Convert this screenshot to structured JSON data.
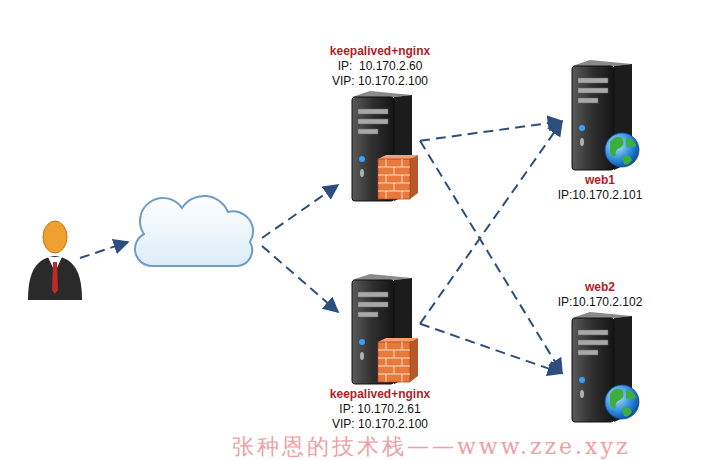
{
  "diagram": {
    "nodes": [
      {
        "text": [
          "keepalived+nginx",
          "IP:  10.170.2.60",
          "VIP: 10.170.2.100"
        ]
      },
      {
        "text": [
          "web1",
          "IP:10.170.2.101"
        ]
      },
      {
        "text": [
          "keepalived+nginx",
          "IP: 10.170.2.61",
          "VIP: 10.170.2.100"
        ]
      },
      {
        "text": [
          "web2",
          "IP:10.170.2.102"
        ]
      }
    ],
    "edges": [
      {
        "from": 0,
        "to": 1,
        "arrow": "to"
      },
      {
        "from": 0,
        "to": 3,
        "arrow": "to"
      },
      {
        "from": 2,
        "to": 1,
        "arrow": "to"
      },
      {
        "from": 2,
        "to": 3,
        "arrow": "to"
      }
    ],
    "labels": [
      "张种恩的技术栈——www.zze.xyz"
    ]
  }
}
